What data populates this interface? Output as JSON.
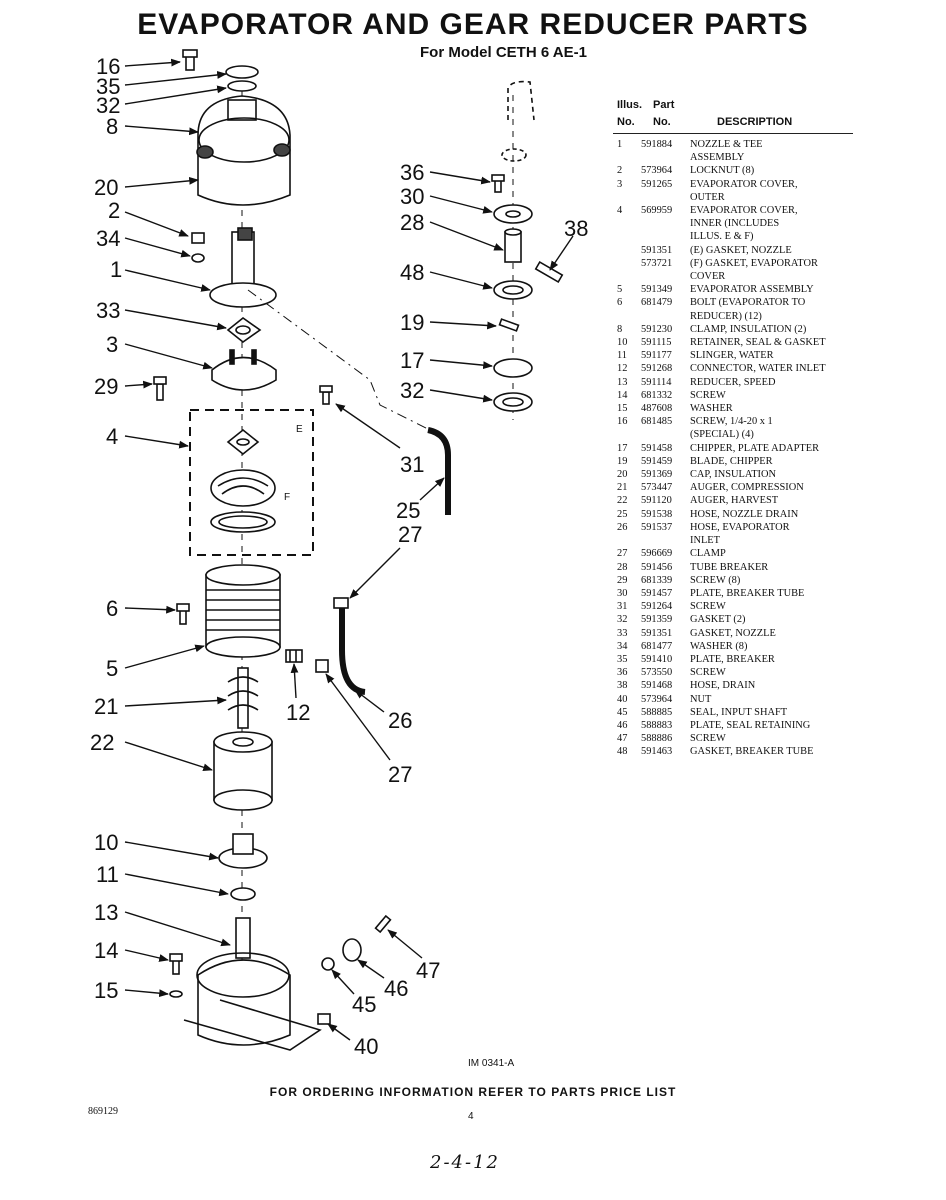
{
  "title": "EVAPORATOR AND GEAR REDUCER PARTS",
  "subtitle": "For Model CETH 6 AE-1",
  "table": {
    "header_illus": "Illus.",
    "header_no1": "No.",
    "header_part": "Part",
    "header_no2": "No.",
    "header_desc": "DESCRIPTION",
    "rows": [
      {
        "no": "1",
        "part": "591884",
        "desc": "NOZZLE & TEE"
      },
      {
        "no": "",
        "part": "",
        "desc": "ASSEMBLY"
      },
      {
        "no": "2",
        "part": "573964",
        "desc": "LOCKNUT (8)"
      },
      {
        "no": "3",
        "part": "591265",
        "desc": "EVAPORATOR COVER,"
      },
      {
        "no": "",
        "part": "",
        "desc": "OUTER"
      },
      {
        "no": "4",
        "part": "569959",
        "desc": "EVAPORATOR COVER,"
      },
      {
        "no": "",
        "part": "",
        "desc": "INNER (INCLUDES"
      },
      {
        "no": "",
        "part": "",
        "desc": "ILLUS. E & F)"
      },
      {
        "no": "",
        "part": "591351",
        "desc": "(E) GASKET, NOZZLE"
      },
      {
        "no": "",
        "part": "573721",
        "desc": "(F) GASKET, EVAPORATOR"
      },
      {
        "no": "",
        "part": "",
        "desc": "   COVER"
      },
      {
        "no": "5",
        "part": "591349",
        "desc": "EVAPORATOR ASSEMBLY"
      },
      {
        "no": "6",
        "part": "681479",
        "desc": "BOLT (EVAPORATOR TO"
      },
      {
        "no": "",
        "part": "",
        "desc": "REDUCER) (12)"
      },
      {
        "no": "8",
        "part": "591230",
        "desc": "CLAMP, INSULATION (2)"
      },
      {
        "no": "10",
        "part": "591115",
        "desc": "RETAINER, SEAL & GASKET"
      },
      {
        "no": "11",
        "part": "591177",
        "desc": "SLINGER, WATER"
      },
      {
        "no": "12",
        "part": "591268",
        "desc": "CONNECTOR, WATER INLET"
      },
      {
        "no": "13",
        "part": "591114",
        "desc": "REDUCER, SPEED"
      },
      {
        "no": "14",
        "part": "681332",
        "desc": "SCREW"
      },
      {
        "no": "15",
        "part": "487608",
        "desc": "WASHER"
      },
      {
        "no": "16",
        "part": "681485",
        "desc": "SCREW, 1/4-20 x 1"
      },
      {
        "no": "",
        "part": "",
        "desc": "(SPECIAL) (4)"
      },
      {
        "no": "17",
        "part": "591458",
        "desc": "CHIPPER, PLATE ADAPTER"
      },
      {
        "no": "19",
        "part": "591459",
        "desc": "BLADE, CHIPPER"
      },
      {
        "no": "20",
        "part": "591369",
        "desc": "CAP, INSULATION"
      },
      {
        "no": "21",
        "part": "573447",
        "desc": "AUGER, COMPRESSION"
      },
      {
        "no": "22",
        "part": "591120",
        "desc": "AUGER, HARVEST"
      },
      {
        "no": "25",
        "part": "591538",
        "desc": "HOSE, NOZZLE DRAIN"
      },
      {
        "no": "26",
        "part": "591537",
        "desc": "HOSE, EVAPORATOR"
      },
      {
        "no": "",
        "part": "",
        "desc": "INLET"
      },
      {
        "no": "27",
        "part": "596669",
        "desc": "CLAMP"
      },
      {
        "no": "28",
        "part": "591456",
        "desc": "TUBE BREAKER"
      },
      {
        "no": "29",
        "part": "681339",
        "desc": "SCREW (8)"
      },
      {
        "no": "30",
        "part": "591457",
        "desc": "PLATE, BREAKER TUBE"
      },
      {
        "no": "31",
        "part": "591264",
        "desc": "SCREW"
      },
      {
        "no": "32",
        "part": "591359",
        "desc": "GASKET (2)"
      },
      {
        "no": "33",
        "part": "591351",
        "desc": "GASKET, NOZZLE"
      },
      {
        "no": "34",
        "part": "681477",
        "desc": "WASHER (8)"
      },
      {
        "no": "35",
        "part": "591410",
        "desc": "PLATE, BREAKER"
      },
      {
        "no": "36",
        "part": "573550",
        "desc": "SCREW"
      },
      {
        "no": "38",
        "part": "591468",
        "desc": "HOSE, DRAIN"
      },
      {
        "no": "40",
        "part": "573964",
        "desc": "NUT"
      },
      {
        "no": "45",
        "part": "588885",
        "desc": "SEAL, INPUT SHAFT"
      },
      {
        "no": "46",
        "part": "588883",
        "desc": "PLATE, SEAL RETAINING"
      },
      {
        "no": "47",
        "part": "588886",
        "desc": "SCREW"
      },
      {
        "no": "48",
        "part": "591463",
        "desc": "GASKET, BREAKER TUBE"
      }
    ]
  },
  "callouts": {
    "c16": "16",
    "c35": "35",
    "c32a": "32",
    "c8": "8",
    "c20": "20",
    "c2": "2",
    "c34": "34",
    "c1": "1",
    "c33": "33",
    "c3": "3",
    "c29": "29",
    "c4": "4",
    "c6": "6",
    "c5": "5",
    "c21": "21",
    "c22": "22",
    "c10": "10",
    "c11": "11",
    "c13": "13",
    "c14": "14",
    "c15": "15",
    "c36": "36",
    "c30": "30",
    "c28": "28",
    "c38": "38",
    "c48": "48",
    "c19": "19",
    "c17": "17",
    "c32b": "32",
    "c31": "31",
    "c25": "25",
    "c27a": "27",
    "c12": "12",
    "c26": "26",
    "c27b": "27",
    "c47": "47",
    "c46": "46",
    "c45": "45",
    "c40": "40",
    "lE": "E",
    "lF": "F"
  },
  "footer": {
    "im": "IM 0341-A",
    "order": "FOR ORDERING INFORMATION REFER TO PARTS PRICE LIST",
    "code": "869129",
    "page": "4",
    "handwritten": "2-4-12"
  }
}
